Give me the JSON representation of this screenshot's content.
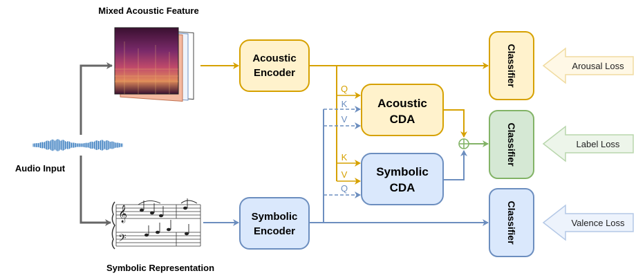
{
  "labels": {
    "mixed_acoustic_feature": "Mixed Acoustic Feature",
    "audio_input": "Audio Input",
    "symbolic_representation": "Symbolic Representation"
  },
  "blocks": {
    "acoustic_encoder": [
      "Acoustic",
      "Encoder"
    ],
    "symbolic_encoder": [
      "Symbolic",
      "Encoder"
    ],
    "acoustic_cda": [
      "Acoustic",
      "CDA"
    ],
    "symbolic_cda": [
      "Symbolic",
      "CDA"
    ],
    "classifier": "Classifier"
  },
  "attention_inputs": {
    "acoustic_cda": [
      "Q",
      "K",
      "V"
    ],
    "symbolic_cda": [
      "K",
      "V",
      "Q"
    ]
  },
  "losses": {
    "arousal": "Arousal Loss",
    "label": "Label Loss",
    "valence": "Valence Loss"
  },
  "colors": {
    "acoustic_stroke": "#d6a100",
    "acoustic_fill": "#fff2cc",
    "symbolic_stroke": "#6c8ebf",
    "symbolic_fill": "#dae8fc",
    "label_stroke": "#82b366",
    "label_fill": "#d5e8d4",
    "input_arrow": "#666666",
    "waveform": "#3d7fc0"
  }
}
